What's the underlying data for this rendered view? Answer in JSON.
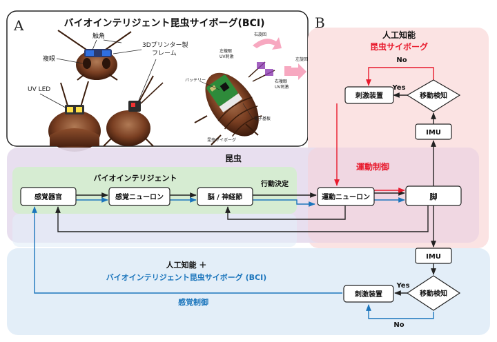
{
  "panel_a": {
    "letter": "A",
    "title": "バイオインテリジェント昆虫サイボーグ(BCI)",
    "labels": {
      "antenna": "触角",
      "compound_eye": "複眼",
      "printer_frame_line1": "3Dプリンター製",
      "printer_frame_line2": "フレーム",
      "uv_led": "UV LED",
      "left_eye_uv_line1": "左複眼",
      "left_eye_uv_line2": "UV刺激",
      "right_eye_uv_line1": "右複眼",
      "right_eye_uv_line2": "UV刺激",
      "battery": "バッテリー",
      "circuit_board": "電子基板",
      "cyborg": "昆虫サイボーグ",
      "turn_right": "右旋回",
      "turn_left": "左旋回"
    }
  },
  "panel_b": {
    "letter": "B",
    "ai_top_line1": "人工知能",
    "ai_top_line2": "昆虫サイボーグ",
    "insect_label": "昆虫",
    "motion_control": "運動制御",
    "bio_intelligent": "バイオインテリジェント",
    "action_decision": "行動決定",
    "nodes": {
      "sensory_organ": "感覚器官",
      "sensory_neuron": "感覚ニューロン",
      "brain": "脳 / 神経節",
      "motor_neuron": "運動ニューロン",
      "leg": "脚",
      "stimulator_top": "刺激装置",
      "stimulator_bottom": "刺激装置",
      "imu_top": "IMU",
      "imu_bottom": "IMU",
      "motion_detect_top": "移動検知",
      "motion_detect_bottom": "移動検知"
    },
    "yes_top": "Yes",
    "no_top": "No",
    "yes_bottom": "Yes",
    "no_bottom": "No",
    "ai_bottom_line1": "人工知能 ＋",
    "ai_bottom_line2": "バイオインテリジェント昆虫サイボーグ (BCI)",
    "sensory_control": "感覚制御"
  },
  "colors": {
    "red": "#e8192c",
    "blue": "#1b75bc",
    "dark": "#222222",
    "pink_bg": "#fbe3e3",
    "purple_bg": "#e6dcee",
    "green_bg": "#d6ecd2",
    "blue_bg": "#e3eef8"
  }
}
